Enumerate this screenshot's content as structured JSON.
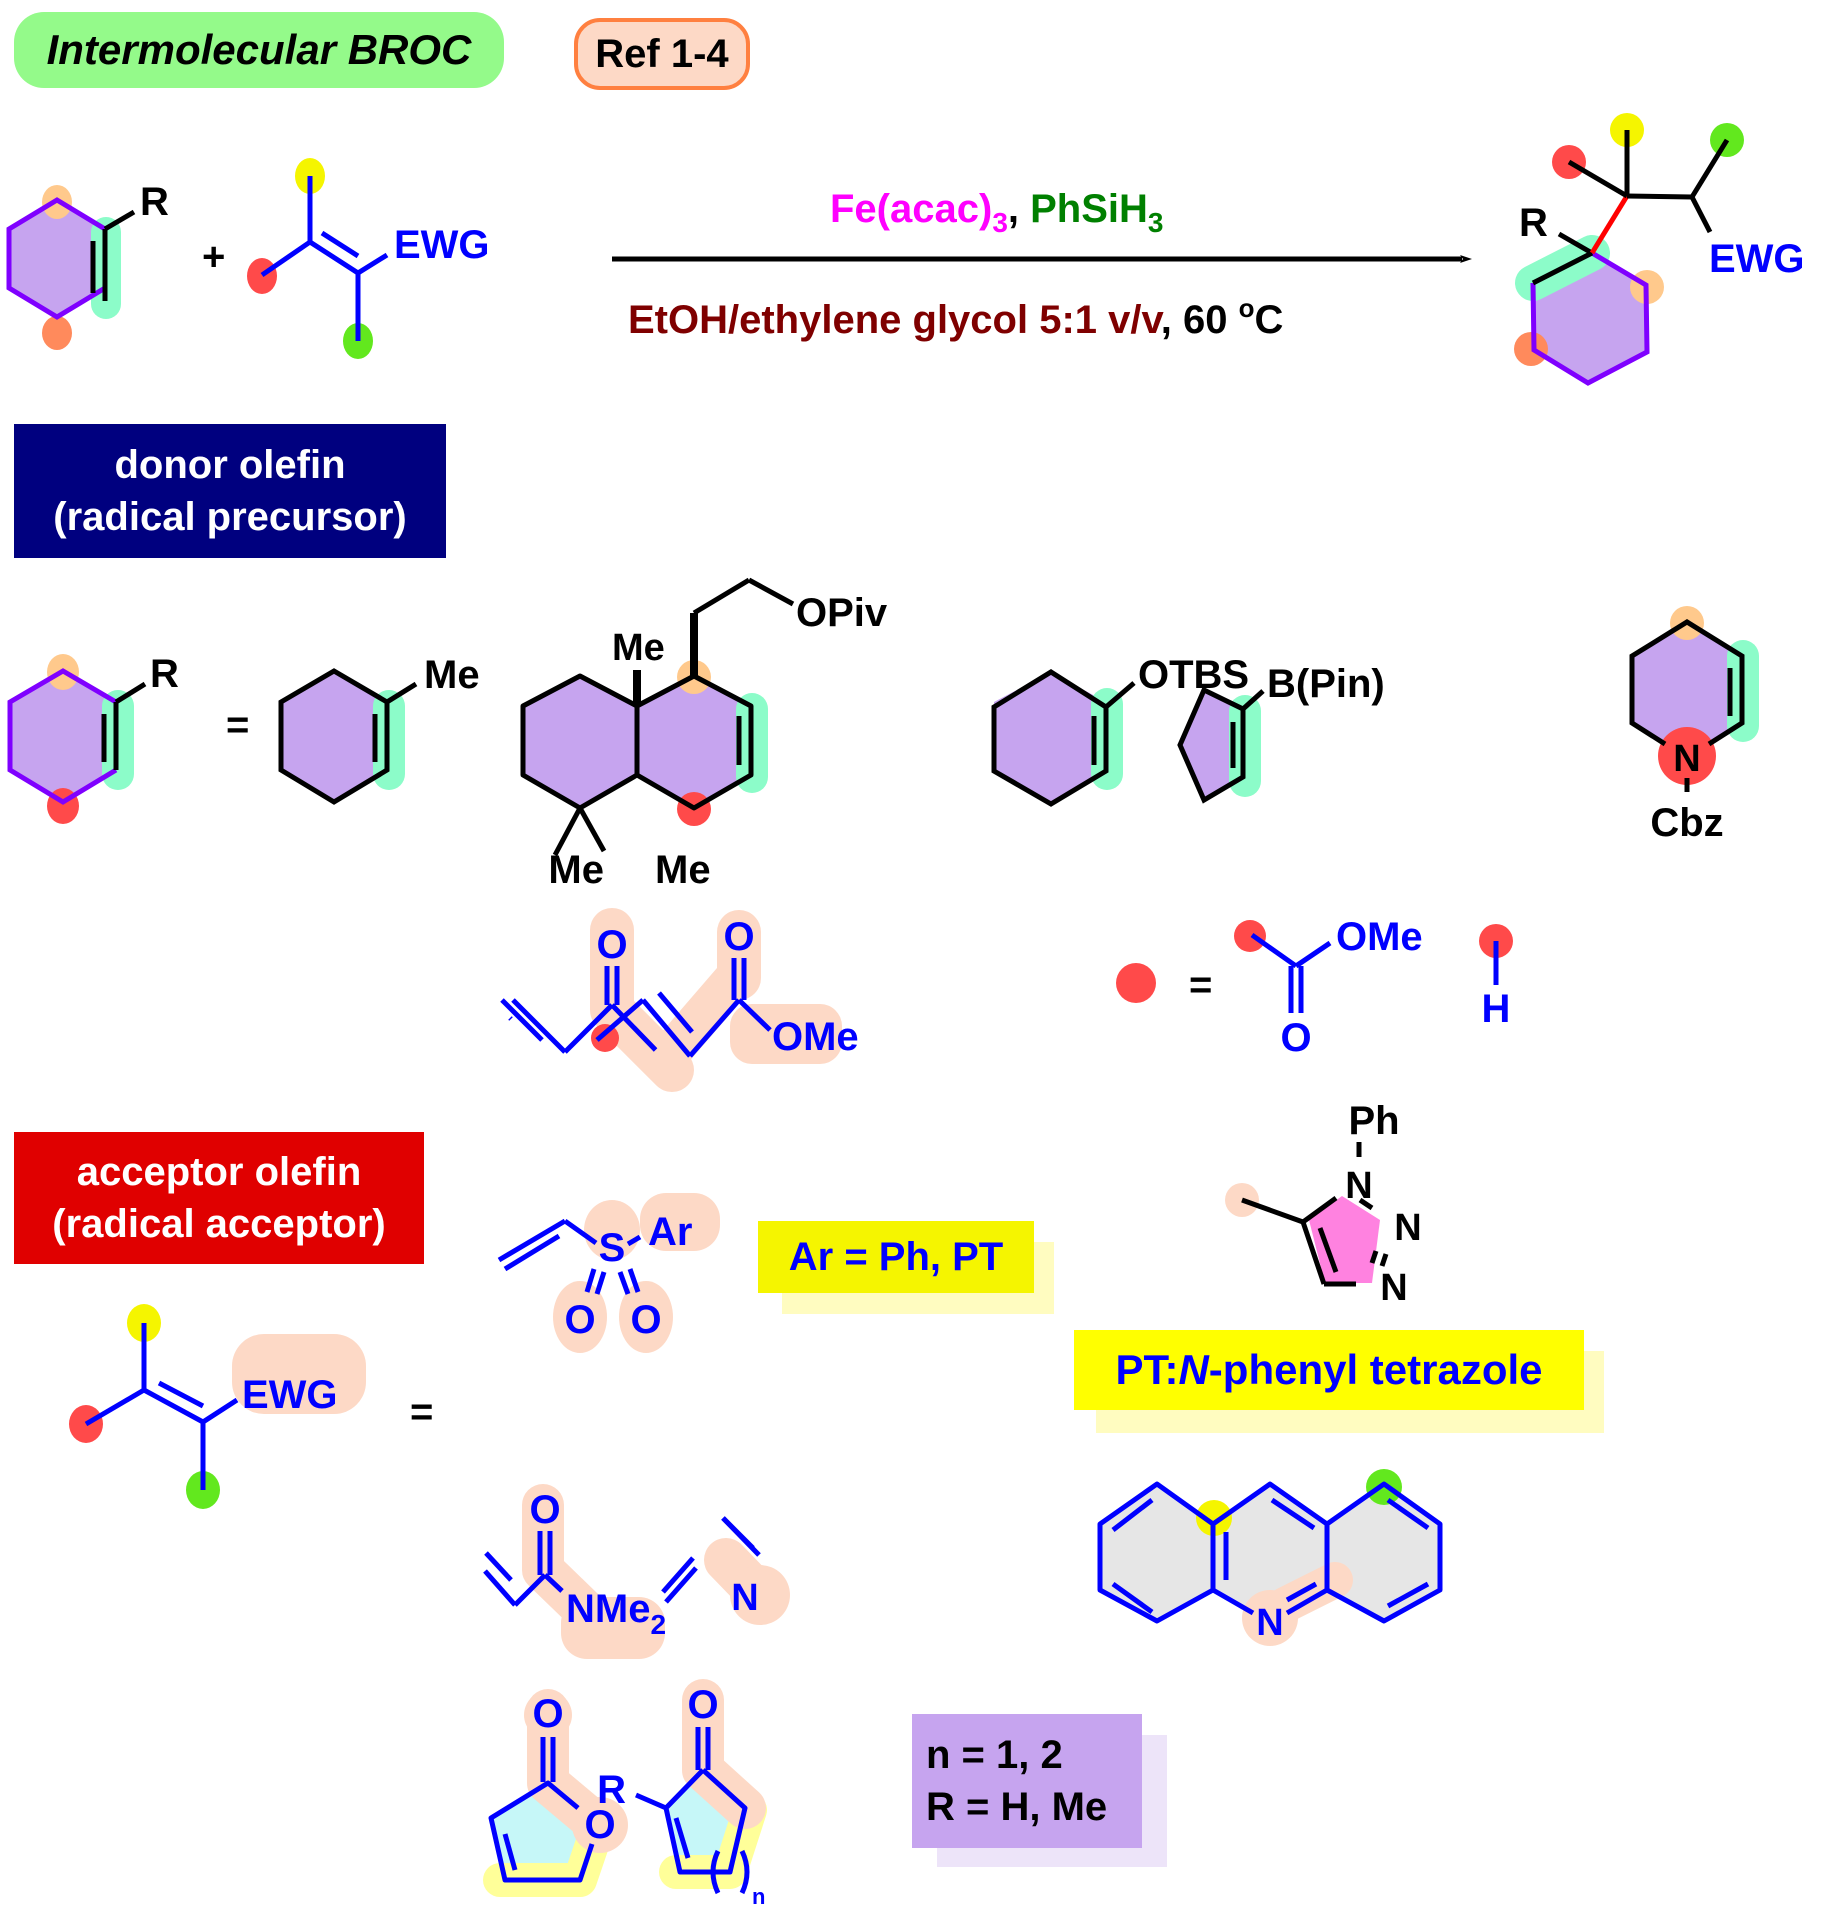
{
  "header": {
    "title": "Intermolecular BROC",
    "reference": "Ref 1-4"
  },
  "reaction": {
    "plus": "+",
    "reagent_fe": "Fe(acac)",
    "reagent_fe_sub": "3",
    "reagent_sep": ", ",
    "reagent_silane": "PhSiH",
    "reagent_silane_sub": "3",
    "solvent": "EtOH/ethylene glycol 5:1 v/v",
    "temp_sep": ", ",
    "temperature": "60 ",
    "temp_unit_sup": "o",
    "temp_unit": "C",
    "reactant1_label": "R",
    "reactant2_label": "EWG",
    "product_r_label": "R",
    "product_ewg_label": "EWG",
    "colors": {
      "fe": "#ff00ff",
      "silane": "#008000",
      "solvent": "#7f0000",
      "ring_outline": "#7f00ff",
      "ring_fill": "#c6a4ef",
      "olefin_highlight": "#8cfcc9",
      "acceptor": "#0000ff",
      "new_bond": "#ff0000"
    }
  },
  "donor": {
    "box_line1": "donor olefin",
    "box_line2": "(radical precursor)",
    "generic_label": "R",
    "equals": "=",
    "examples": [
      {
        "name": "1-methylcyclohexene",
        "labels": [
          "Me"
        ]
      },
      {
        "name": "decalin-olefin",
        "labels": [
          "OPiv",
          "Me",
          "Me",
          "Me"
        ]
      },
      {
        "name": "silyl-enol-ether",
        "labels": [
          "OTBS"
        ]
      },
      {
        "name": "cyclopentenyl-boronate",
        "labels": [
          "B(Pin)"
        ]
      },
      {
        "name": "tetrahydropyridine",
        "labels": [
          "N",
          "Cbz"
        ]
      }
    ],
    "substituted_examples": [
      {
        "name": "methyl-vinyl-ketone",
        "labels": [
          "O"
        ]
      },
      {
        "name": "methyl-crotonate",
        "labels": [
          "O",
          "OMe"
        ]
      }
    ],
    "dot_legend": {
      "equals": "=",
      "options": [
        {
          "name": "methyl-ester",
          "labels": [
            "OMe",
            "O"
          ]
        },
        {
          "name": "hydrogen",
          "labels": [
            "H"
          ]
        }
      ]
    }
  },
  "acceptor": {
    "box_line1": "acceptor olefin",
    "box_line2": "(radical acceptor)",
    "generic_label": "EWG",
    "equals": "=",
    "sulfone": {
      "labels": [
        "S",
        "Ar",
        "O",
        "O"
      ]
    },
    "ar_note": "Ar = Ph, PT",
    "tetrazole": {
      "labels": [
        "Ph",
        "N",
        "N",
        "N"
      ]
    },
    "pt_note_prefix": "PT: ",
    "pt_note_italic": "N",
    "pt_note_suffix": "-phenyl tetrazole",
    "acrylamide": {
      "label_main": "NMe",
      "label_sub": "2",
      "o_label": "O"
    },
    "acrylonitrile": {
      "label": "N"
    },
    "acridine": {
      "label": "N"
    },
    "butenolide": {
      "labels": [
        "O",
        "O"
      ]
    },
    "enone": {
      "labels": [
        "O",
        "R",
        "n"
      ]
    },
    "n_note_line1": "n = 1, 2",
    "n_note_line2": "R = H, Me"
  }
}
